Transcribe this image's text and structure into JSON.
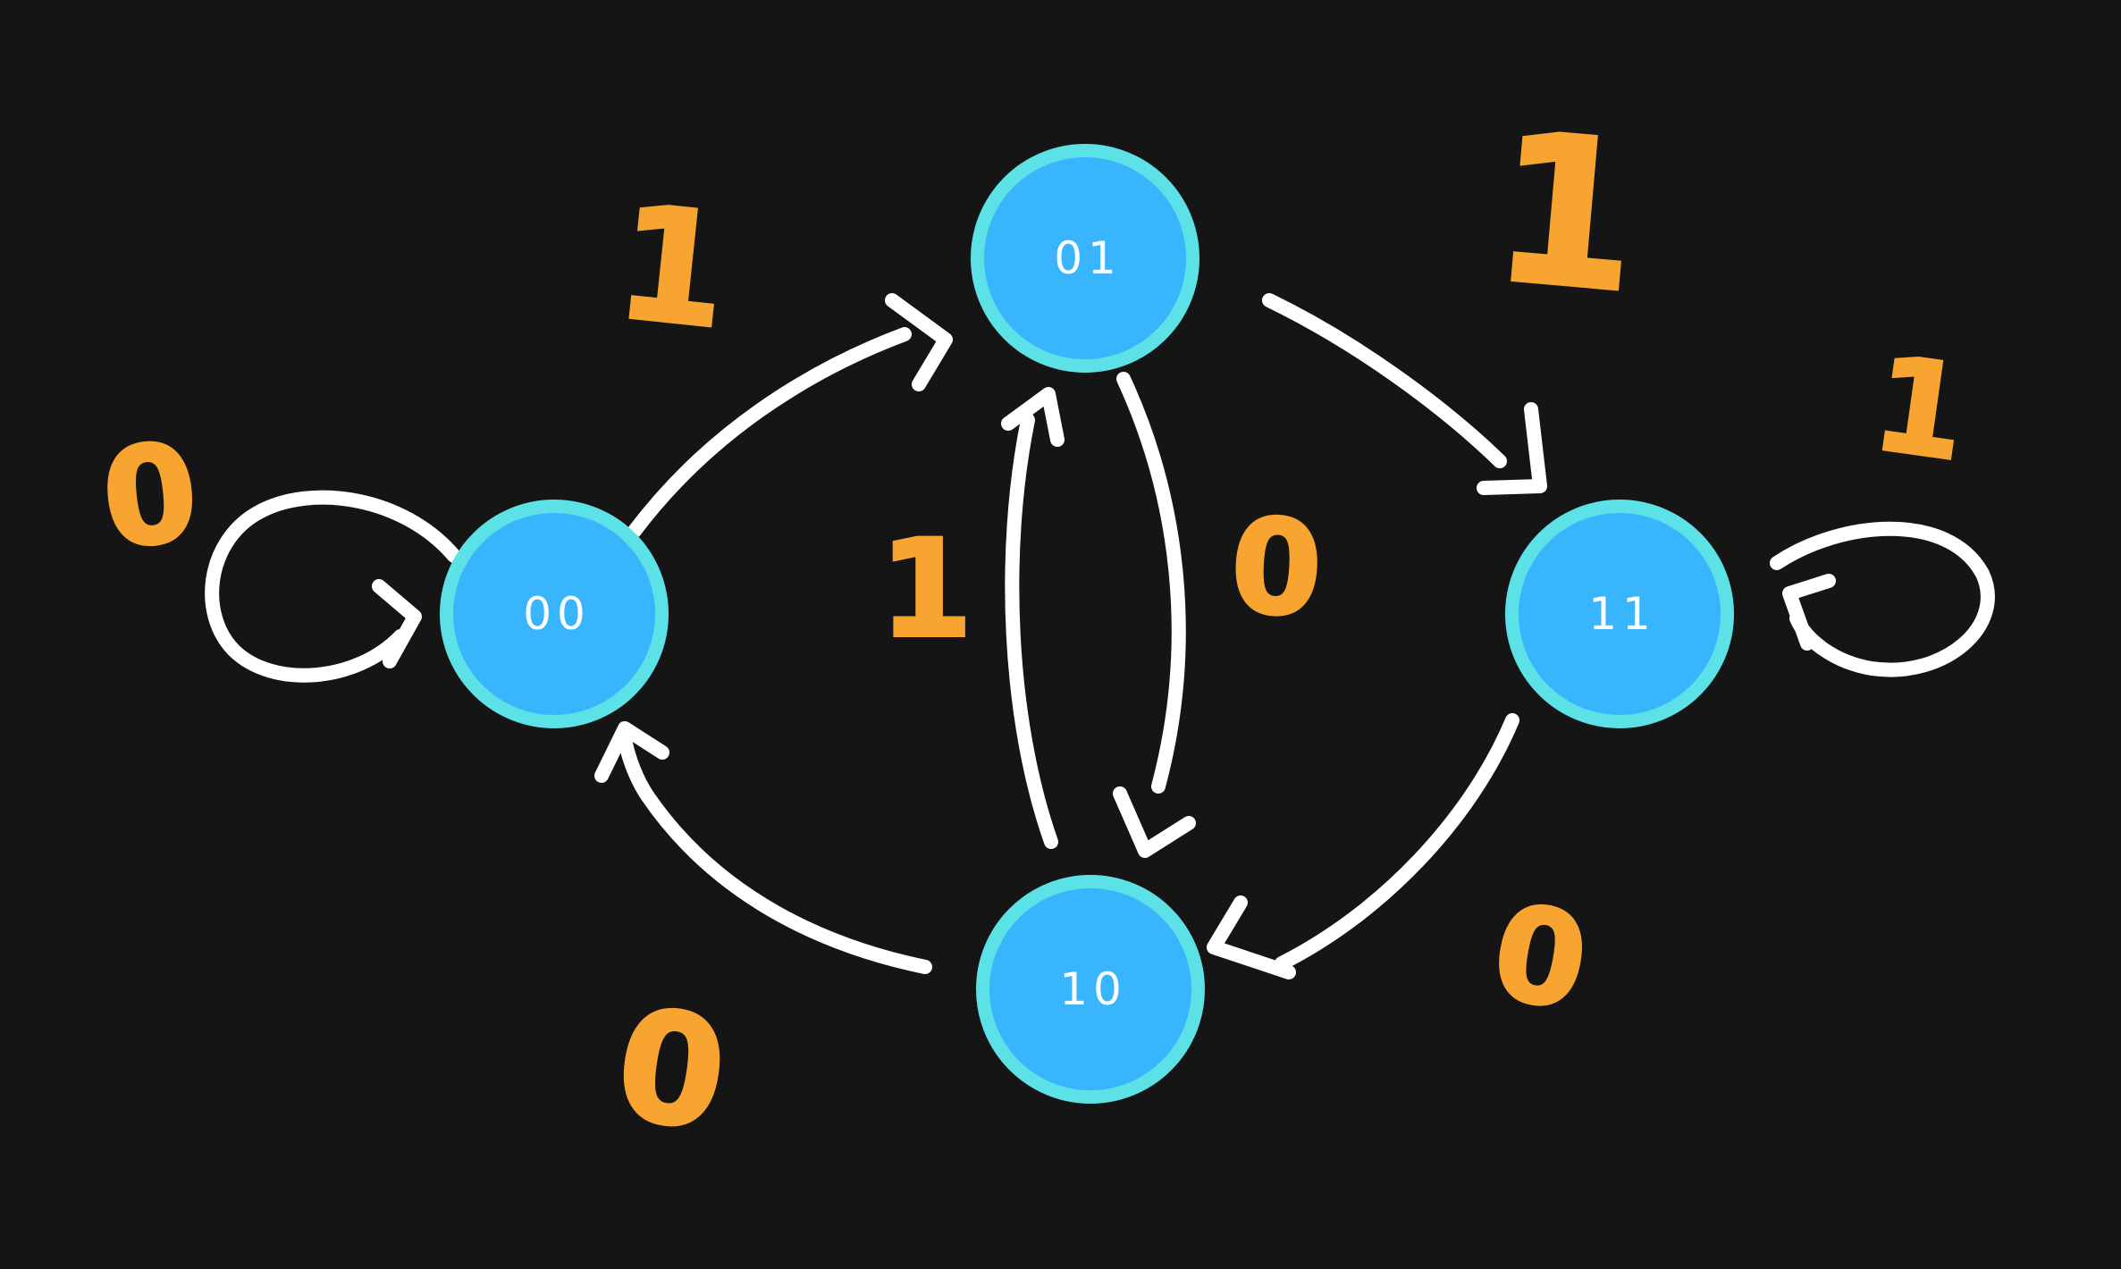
{
  "canvas": {
    "background": "#151515"
  },
  "diagram": {
    "type": "finite-state-machine",
    "states": [
      {
        "id": "00",
        "label": "00"
      },
      {
        "id": "01",
        "label": "01"
      },
      {
        "id": "11",
        "label": "11"
      },
      {
        "id": "10",
        "label": "10"
      }
    ],
    "transitions": [
      {
        "from": "00",
        "to": "00",
        "symbol": "0"
      },
      {
        "from": "00",
        "to": "01",
        "symbol": "1"
      },
      {
        "from": "01",
        "to": "11",
        "symbol": "1"
      },
      {
        "from": "11",
        "to": "11",
        "symbol": "1"
      },
      {
        "from": "10",
        "to": "01",
        "symbol": "1"
      },
      {
        "from": "01",
        "to": "10",
        "symbol": "0"
      },
      {
        "from": "11",
        "to": "10",
        "symbol": "0"
      },
      {
        "from": "10",
        "to": "00",
        "symbol": "0"
      }
    ],
    "colors": {
      "state_fill": "#38B5FD",
      "state_ring": "#5CE1E6",
      "state_text": "#FFFFFF",
      "arrow_stroke": "#FFFFFF",
      "symbol_label": "#F7A431",
      "background": "#151515"
    }
  }
}
